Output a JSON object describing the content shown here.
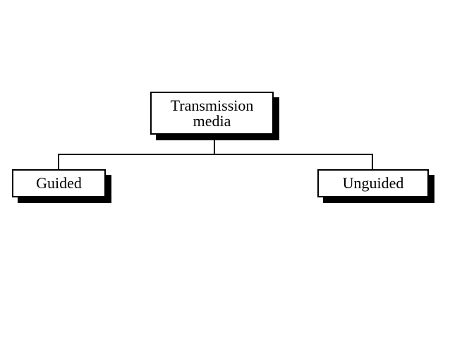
{
  "theme": {
    "background": "#ffffff",
    "box_fill": "#ffffff",
    "box_border": "#000000",
    "box_shadow": "#000000",
    "line_color": "#000000",
    "text_color": "#000000"
  },
  "diagram": {
    "root": {
      "label": "Transmission media",
      "lines": [
        "Transmission",
        "media"
      ]
    },
    "children": [
      {
        "label": "Guided"
      },
      {
        "label": "Unguided"
      }
    ]
  }
}
